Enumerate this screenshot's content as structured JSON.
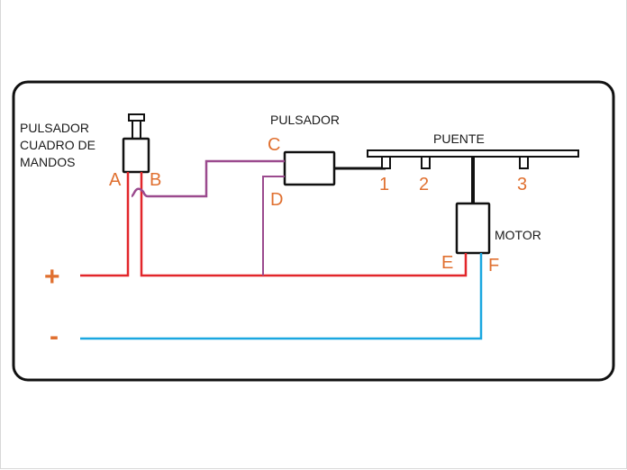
{
  "diagram": {
    "title": "Esquema de conexión motor con pulsadores",
    "colors": {
      "positive_wire": "#e2262a",
      "negative_wire": "#1aa7e0",
      "signal_wire": "#9b4a8e",
      "component_outline": "#111111",
      "terminal_label": "#e07030",
      "text": "#1a1a1a"
    },
    "components": {
      "dashboard_button": {
        "label_lines": [
          "PULSADOR",
          "CUADRO DE",
          "MANDOS"
        ]
      },
      "pushbutton": {
        "label": "PULSADOR"
      },
      "bridge": {
        "label": "PUENTE"
      },
      "motor": {
        "label": "MOTOR"
      }
    },
    "terminals": {
      "a": "A",
      "b": "B",
      "c": "C",
      "d": "D",
      "e": "E",
      "f": "F"
    },
    "bridge_positions": [
      "1",
      "2",
      "3"
    ],
    "supply": {
      "positive": "+",
      "negative": "-"
    }
  }
}
